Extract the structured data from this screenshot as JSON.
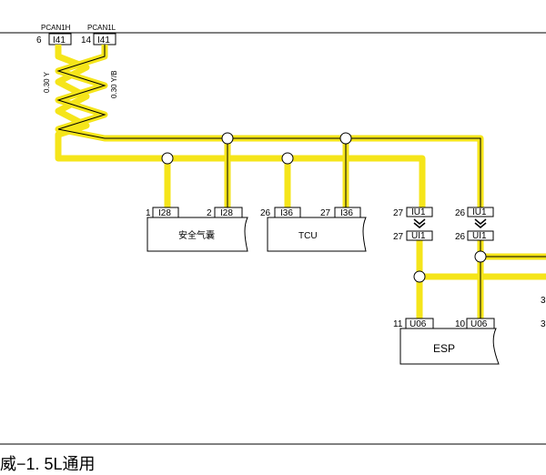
{
  "header": {
    "pcan_h": {
      "name": "PCAN1H",
      "pin": "6",
      "conn": "I41"
    },
    "pcan_l": {
      "name": "PCAN1L",
      "pin": "14",
      "conn": "I41"
    }
  },
  "wires": {
    "left": "0.30  Y",
    "right": "0.30  Y/B"
  },
  "modules": {
    "airbag": {
      "label": "安全气囊",
      "pin1": "1",
      "conn1": "I28",
      "pin2": "2",
      "conn2": "I28"
    },
    "tcu": {
      "label": "TCU",
      "pin1": "26",
      "conn1": "I36",
      "pin2": "27",
      "conn2": "I36"
    },
    "esp": {
      "label": "ESP",
      "pin1": "11",
      "conn1": "U06",
      "pin2": "10",
      "conn2": "U06"
    }
  },
  "inline": {
    "a": {
      "pin_top": "27",
      "conn_top": "IU1",
      "pin_bot": "27",
      "conn_bot": "UI1"
    },
    "b": {
      "pin_top": "26",
      "conn_top": "IU1",
      "pin_bot": "26",
      "conn_bot": "UI1"
    }
  },
  "edge_pins": {
    "upper": "3",
    "lower": "3"
  },
  "footer": {
    "text": "威−1. 5L通用"
  }
}
